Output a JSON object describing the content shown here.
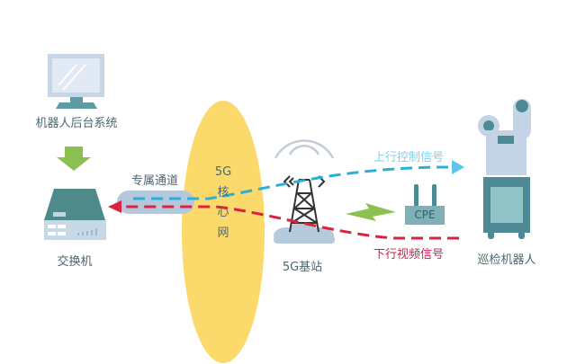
{
  "nodes": {
    "backend": "机器人后台系统",
    "switch": "交换机",
    "channel": "专属通道",
    "core_5g": "5G",
    "core_chars": [
      "核",
      "心",
      "网"
    ],
    "base_station": "5G基站",
    "cpe": "CPE",
    "robot": "巡检机器人"
  },
  "signals": {
    "uplink": "上行控制信号",
    "downlink": "下行视频信号"
  },
  "colors": {
    "uplink": "#2ab0d8",
    "downlink": "#d8243f",
    "core": "#fbd96a",
    "arrow": "#8cc152",
    "device": "#4e8a96"
  }
}
